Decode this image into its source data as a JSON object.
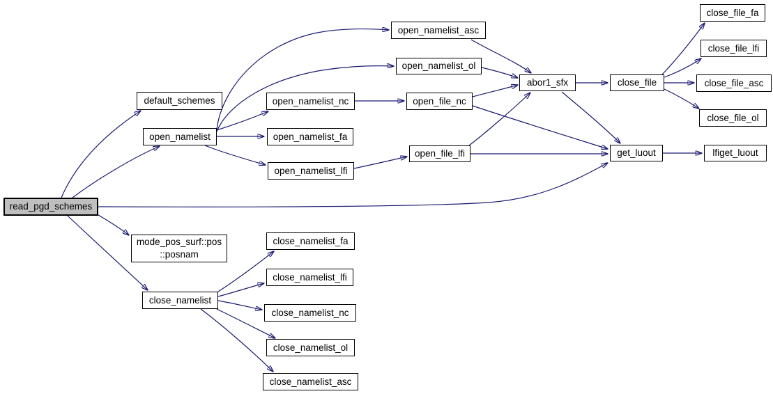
{
  "diagram": {
    "type": "call-graph",
    "colors": {
      "edge": "#191970",
      "node_border": "#000000",
      "node_fill": "#ffffff",
      "root_fill": "#bfbfbf",
      "text": "#000000",
      "background": "#ffffff"
    }
  },
  "nodes": [
    {
      "id": "read_pgd_schemes",
      "label": "read_pgd_schemes",
      "role": "root"
    },
    {
      "id": "default_schemes",
      "label": "default_schemes",
      "role": "callee"
    },
    {
      "id": "open_namelist",
      "label": "open_namelist",
      "role": "callee"
    },
    {
      "id": "open_namelist_asc",
      "label": "open_namelist_asc",
      "role": "callee"
    },
    {
      "id": "open_namelist_ol",
      "label": "open_namelist_ol",
      "role": "callee"
    },
    {
      "id": "open_namelist_nc",
      "label": "open_namelist_nc",
      "role": "callee"
    },
    {
      "id": "open_file_nc",
      "label": "open_file_nc",
      "role": "callee"
    },
    {
      "id": "open_namelist_fa",
      "label": "open_namelist_fa",
      "role": "callee"
    },
    {
      "id": "open_namelist_lfi",
      "label": "open_namelist_lfi",
      "role": "callee"
    },
    {
      "id": "open_file_lfi",
      "label": "open_file_lfi",
      "role": "callee"
    },
    {
      "id": "abor1_sfx",
      "label": "abor1_sfx",
      "role": "callee"
    },
    {
      "id": "close_file",
      "label": "close_file",
      "role": "callee"
    },
    {
      "id": "close_file_fa",
      "label": "close_file_fa",
      "role": "callee"
    },
    {
      "id": "close_file_lfi",
      "label": "close_file_lfi",
      "role": "callee"
    },
    {
      "id": "close_file_asc",
      "label": "close_file_asc",
      "role": "callee"
    },
    {
      "id": "close_file_ol",
      "label": "close_file_ol",
      "role": "callee"
    },
    {
      "id": "get_luout",
      "label": "get_luout",
      "role": "callee"
    },
    {
      "id": "lfiget_luout",
      "label": "lfiget_luout",
      "role": "callee"
    },
    {
      "id": "mode_pos_surf_posnam",
      "label": "mode_pos_surf::pos\n::posnam",
      "role": "callee"
    },
    {
      "id": "close_namelist",
      "label": "close_namelist",
      "role": "callee"
    },
    {
      "id": "close_namelist_fa",
      "label": "close_namelist_fa",
      "role": "callee"
    },
    {
      "id": "close_namelist_lfi",
      "label": "close_namelist_lfi",
      "role": "callee"
    },
    {
      "id": "close_namelist_nc",
      "label": "close_namelist_nc",
      "role": "callee"
    },
    {
      "id": "close_namelist_ol",
      "label": "close_namelist_ol",
      "role": "callee"
    },
    {
      "id": "close_namelist_asc",
      "label": "close_namelist_asc",
      "role": "callee"
    }
  ],
  "edges": [
    {
      "from": "read_pgd_schemes",
      "to": "default_schemes"
    },
    {
      "from": "read_pgd_schemes",
      "to": "open_namelist"
    },
    {
      "from": "read_pgd_schemes",
      "to": "get_luout"
    },
    {
      "from": "read_pgd_schemes",
      "to": "mode_pos_surf_posnam"
    },
    {
      "from": "read_pgd_schemes",
      "to": "close_namelist"
    },
    {
      "from": "open_namelist",
      "to": "open_namelist_asc"
    },
    {
      "from": "open_namelist",
      "to": "open_namelist_ol"
    },
    {
      "from": "open_namelist",
      "to": "open_namelist_nc"
    },
    {
      "from": "open_namelist",
      "to": "open_namelist_fa"
    },
    {
      "from": "open_namelist",
      "to": "open_namelist_lfi"
    },
    {
      "from": "open_namelist_asc",
      "to": "abor1_sfx"
    },
    {
      "from": "open_namelist_ol",
      "to": "abor1_sfx"
    },
    {
      "from": "open_namelist_nc",
      "to": "open_file_nc"
    },
    {
      "from": "open_file_nc",
      "to": "abor1_sfx"
    },
    {
      "from": "open_file_nc",
      "to": "get_luout"
    },
    {
      "from": "open_namelist_lfi",
      "to": "open_file_lfi"
    },
    {
      "from": "open_file_lfi",
      "to": "abor1_sfx"
    },
    {
      "from": "open_file_lfi",
      "to": "get_luout"
    },
    {
      "from": "abor1_sfx",
      "to": "close_file"
    },
    {
      "from": "abor1_sfx",
      "to": "get_luout"
    },
    {
      "from": "close_file",
      "to": "close_file_fa"
    },
    {
      "from": "close_file",
      "to": "close_file_lfi"
    },
    {
      "from": "close_file",
      "to": "close_file_asc"
    },
    {
      "from": "close_file",
      "to": "close_file_ol"
    },
    {
      "from": "get_luout",
      "to": "lfiget_luout"
    },
    {
      "from": "close_namelist",
      "to": "close_namelist_fa"
    },
    {
      "from": "close_namelist",
      "to": "close_namelist_lfi"
    },
    {
      "from": "close_namelist",
      "to": "close_namelist_nc"
    },
    {
      "from": "close_namelist",
      "to": "close_namelist_ol"
    },
    {
      "from": "close_namelist",
      "to": "close_namelist_asc"
    }
  ]
}
